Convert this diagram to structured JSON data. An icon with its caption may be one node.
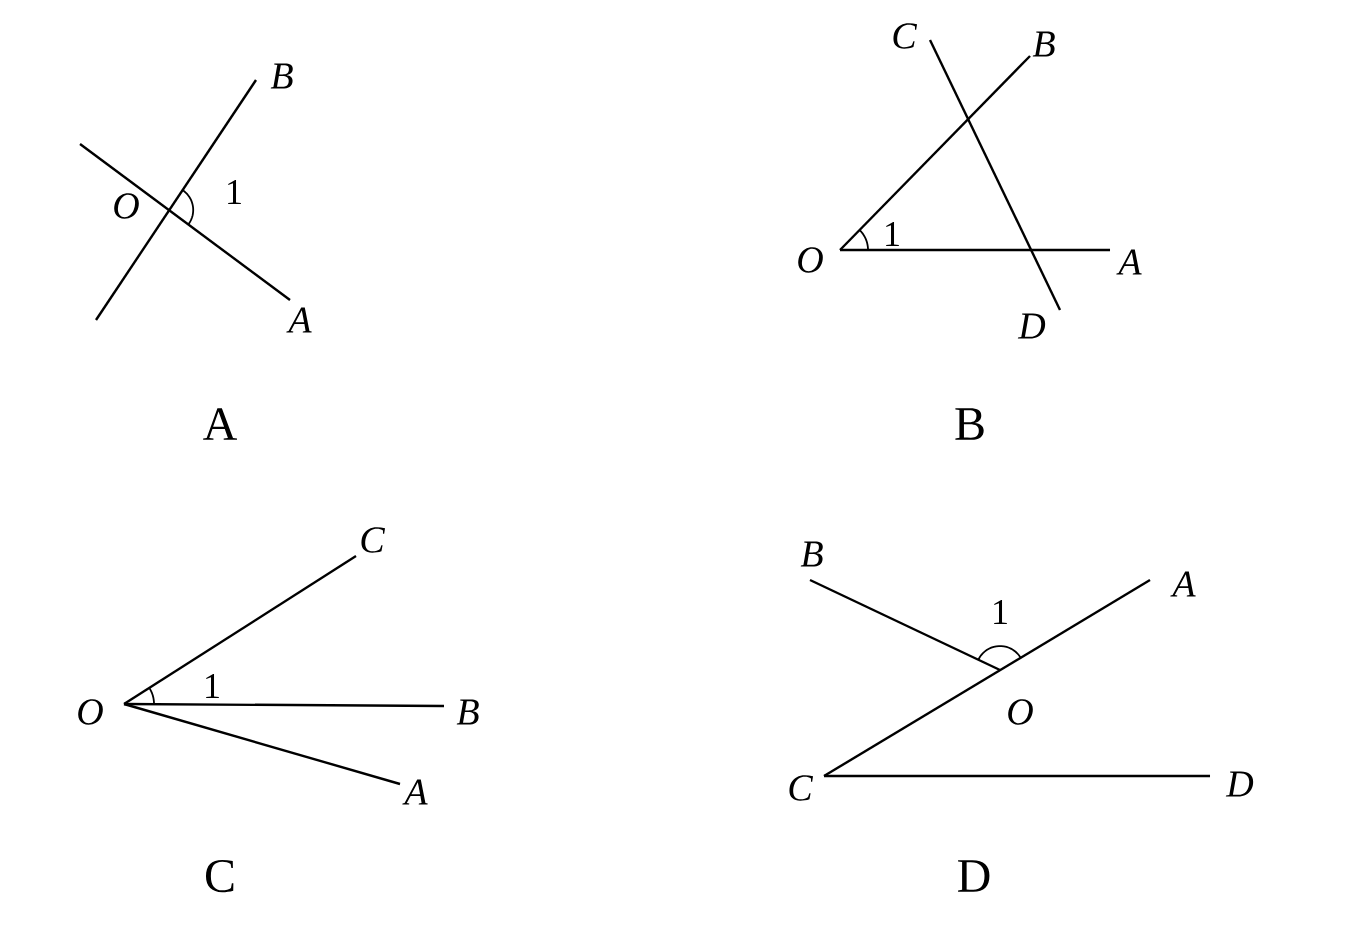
{
  "diagram": {
    "labels": [
      "B",
      "O",
      "1",
      "A",
      "A",
      "C",
      "B",
      "O",
      "1",
      "A",
      "D",
      "B",
      "C",
      "O",
      "1",
      "B",
      "A",
      "C",
      "B",
      "1",
      "A",
      "O",
      "C",
      "D",
      "D"
    ]
  }
}
